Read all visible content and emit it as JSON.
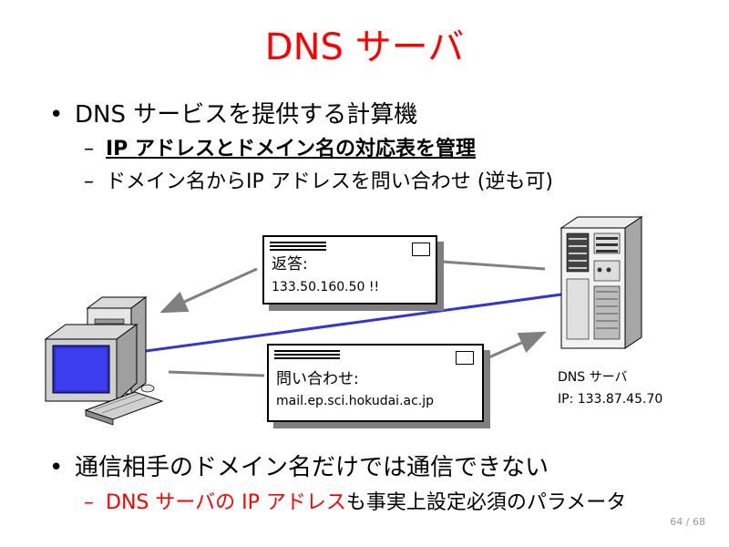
{
  "slide": {
    "title": "DNS サーバ",
    "bullets": [
      {
        "text": "DNS サービスを提供する計算機",
        "subs": [
          "IP アドレスとドメイン名の対応表を管理",
          "ドメイン名からIP アドレスを問い合わせ (逆も可)"
        ]
      },
      {
        "text": "通信相手のドメイン名だけでは通信できない",
        "subs": [
          {
            "red": "DNS サーバの IP アドレス",
            "rest": "も事実上設定必須のパラメータ"
          }
        ]
      }
    ],
    "page": {
      "current": "64",
      "total": "/ 68"
    }
  },
  "diagram": {
    "reply": {
      "label": "返答:",
      "value": "133.50.160.50 !!"
    },
    "query": {
      "label": "問い合わせ:",
      "value": "mail.ep.sci.hokudai.ac.jp"
    },
    "server": {
      "name": "DNS サーバ",
      "ip": "IP: 133.87.45.70"
    },
    "colors": {
      "title": "#ff0000",
      "link": "#3333dd",
      "arrow": "#808080"
    }
  }
}
